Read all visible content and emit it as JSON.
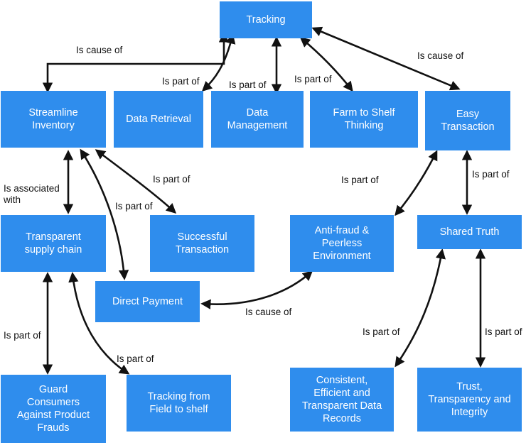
{
  "colors": {
    "node_fill": "#2f8ded",
    "node_text": "#ffffff",
    "arrow": "#111111"
  },
  "nodes": {
    "tracking": "Tracking",
    "streamline": "Streamline\nInventory",
    "retrieval": "Data Retrieval",
    "management": "Data\nManagement",
    "farm": "Farm to Shelf\nThinking",
    "easy": "Easy\nTransaction",
    "transparent": "Transparent\nsupply chain",
    "successful": "Successful\nTransaction",
    "antifraud": "Anti-fraud &\nPeerless\nEnvironment",
    "shared": "Shared Truth",
    "direct": "Direct Payment",
    "guard": "Guard\nConsumers\nAgainst Product\nFrauds",
    "field": "Tracking from\nField to shelf",
    "consistent": "Consistent,\nEfficient and\nTransparent Data\nRecords",
    "trust": "Trust,\nTransparency and\nIntegrity"
  },
  "edge_labels": {
    "tracking_streamline": "Is cause of",
    "tracking_retrieval": "Is part of",
    "tracking_management": "Is part of",
    "tracking_farm": "Is part of",
    "tracking_easy": "Is cause of",
    "streamline_transparent": "Is associated\nwith",
    "streamline_successful": "Is part of",
    "streamline_direct": "Is part of",
    "easy_antifraud": "Is part of",
    "easy_shared": "Is part of",
    "direct_antifraud": "Is cause of",
    "transparent_guard": "Is part of",
    "transparent_field": "Is part of",
    "shared_consistent": "Is part of",
    "shared_trust": "Is part of"
  }
}
